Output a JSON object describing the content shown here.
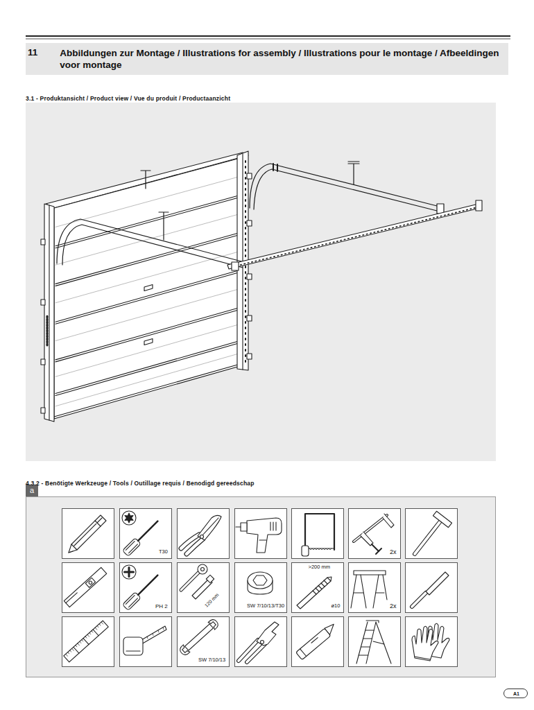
{
  "diagram": {
    "nodes": [
      {
        "text": [
          "11",
          "Abbildungen zur Montage / Illustrations for assembly / Illustrations pour le montage / Afbeeldingen voor montage"
        ]
      },
      {
        "text": [
          "a"
        ]
      },
      {
        "text": [
          "T30"
        ]
      },
      {
        "text": [
          "2x"
        ]
      },
      {
        "text": [
          "PH 2"
        ]
      },
      {
        "text": [
          "120 mm"
        ]
      },
      {
        "text": [
          "SW 7/10/13/T30"
        ]
      },
      {
        "text": [
          ">200 mm",
          "ø10"
        ]
      },
      {
        "text": [
          "2x"
        ]
      },
      {
        "text": [
          "SW 7/10/13"
        ]
      },
      {
        "text": [
          "A1"
        ]
      }
    ],
    "labels": [
      "3.1 - Produktansicht / Product view / Vue du produit / Productaanzicht",
      "4.3.2 - Benötigte Werkzeuge / Tools / Outillage requis / Benodigd gereedschap"
    ]
  }
}
